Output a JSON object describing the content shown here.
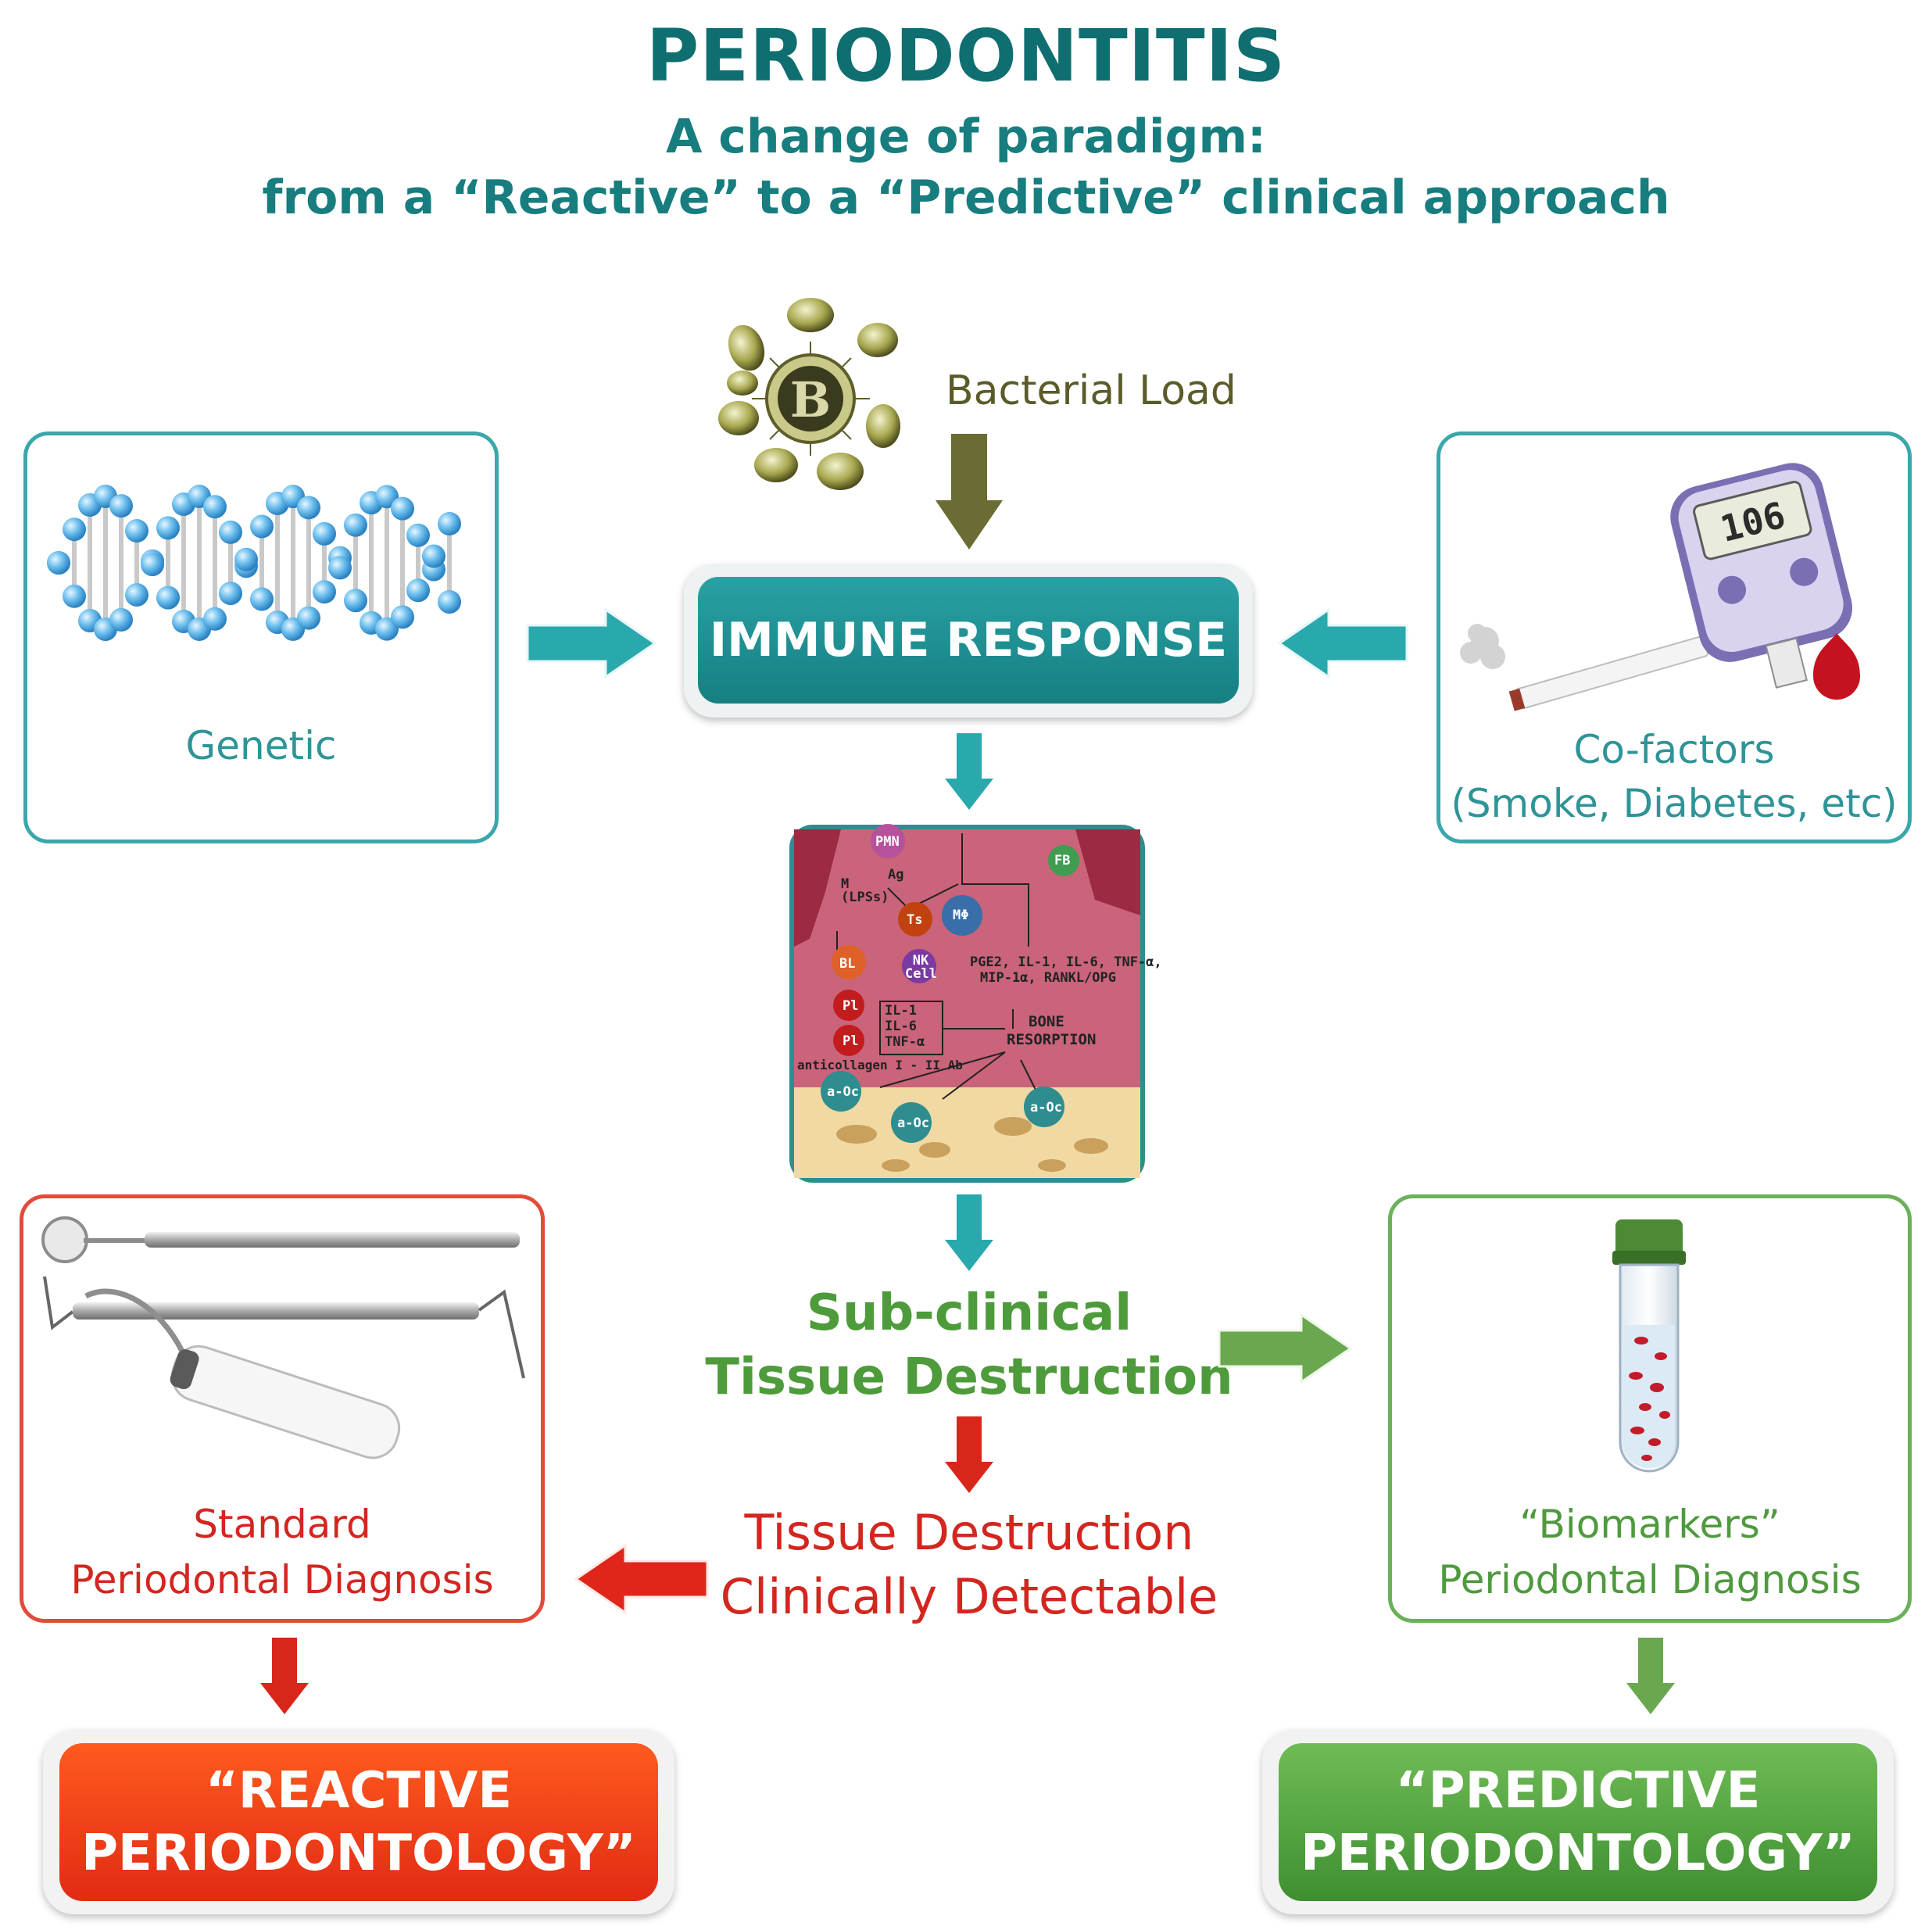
{
  "header": {
    "title": "PERIODONTITIS",
    "subtitle_line1": "A change of paradigm:",
    "subtitle_line2": "from a “Reactive” to a “Predictive” clinical approach"
  },
  "top": {
    "bacterial_label": "Bacterial Load",
    "bacteria_letter": "B"
  },
  "center": {
    "immune_response": "IMMUNE RESPONSE",
    "subclinical_line1": "Sub-clinical",
    "subclinical_line2": "Tissue Destruction",
    "detectable_line1": "Tissue Destruction",
    "detectable_line2": "Clinically Detectable"
  },
  "genetic_box": {
    "label": "Genetic"
  },
  "cofactors_box": {
    "label_line1": "Co-factors",
    "label_line2": "(Smoke, Diabetes, etc)",
    "meter_reading": "106"
  },
  "standard_box": {
    "label_line1": "Standard",
    "label_line2": "Periodontal Diagnosis"
  },
  "biomarkers_box": {
    "label_line1": "“Biomarkers”",
    "label_line2": "Periodontal Diagnosis"
  },
  "reactive": {
    "line1": "“REACTIVE",
    "line2": "PERIODONTOLOGY”"
  },
  "predictive": {
    "line1": "“PREDICTIVE",
    "line2": "PERIODONTOLOGY”"
  },
  "mechanism_panel": {
    "pmn": "PMN",
    "fb": "FB",
    "m_lps": "M (LPSs)",
    "ag": "Ag",
    "ts": "Ts",
    "mphi": "MΦ",
    "bl": "BL",
    "nk": "NK Cell",
    "pl": "Pl",
    "cytokines1": "PGE2, IL-1, IL-6, TNF-α,",
    "cytokines2": "MIP-1α, RANKL/OPG",
    "il_box1": "IL-1",
    "il_box2": "IL-6",
    "il_box3": "TNF-α",
    "bone1": "BONE",
    "bone2": "RESORPTION",
    "anticollagen": "anticollagen I - II Ab",
    "aoc": "a-Oc"
  },
  "colors": {
    "teal": "#1f9396",
    "red": "#d3261f",
    "green": "#4f9a3e",
    "title_teal": "#0e6e70"
  }
}
